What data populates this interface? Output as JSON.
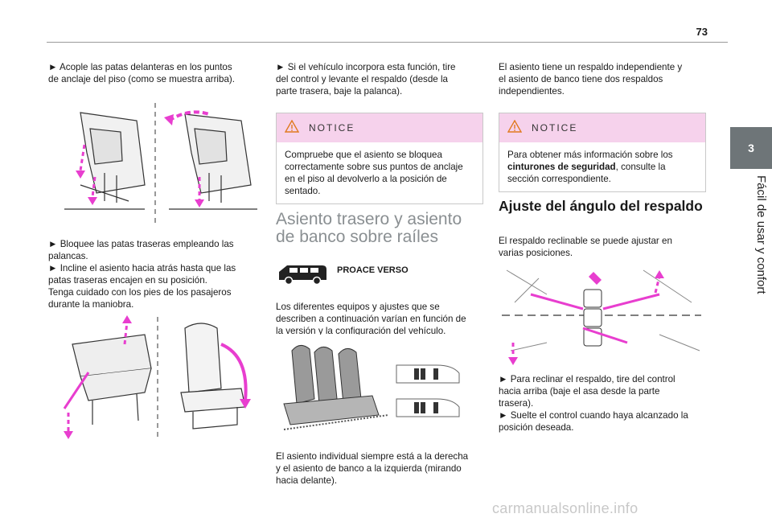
{
  "page": {
    "number": "73"
  },
  "chapter": {
    "number": "3",
    "title": "Fácil de usar y confort"
  },
  "col1": {
    "p1": "► Acople las patas delanteras en los puntos de anclaje del piso (como se muestra arriba).",
    "p2": "► Bloquee las patas traseras empleando las palancas.",
    "p3": "► Incline el asiento hacia atrás hasta que las patas traseras encajen en su posición.",
    "p4": "Tenga cuidado con los pies de los pasajeros durante la maniobra."
  },
  "col2": {
    "p1": "► Si el vehículo incorpora esta función, tire del control y levante el respaldo (desde la parte trasera, baje la palanca).",
    "notice": {
      "heading": "NOTICE",
      "body": "Compruebe que el asiento se bloquea correctamente sobre sus puntos de anclaje en el piso al devolverlo a la posición de sentado."
    },
    "section_title": "Asiento trasero y asiento de banco sobre raíles",
    "model_label": "PROACE VERSO",
    "p2": "Los diferentes equipos y ajustes que se describen a continuación varían en función de la versión y la configuración del vehículo.",
    "p3": "El asiento individual siempre está a la derecha y el asiento de banco a la izquierda (mirando hacia delante)."
  },
  "col3": {
    "p1": "El asiento tiene un respaldo independiente y el asiento de banco tiene dos respaldos independientes.",
    "notice": {
      "heading": "NOTICE",
      "body_prefix": "Para obtener más información sobre los ",
      "body_bold": "cinturones de seguridad",
      "body_suffix": ", consulte la sección correspondiente."
    },
    "heading": "Ajuste del ángulo del respaldo",
    "p2": "El respaldo reclinable se puede ajustar en varias posiciones.",
    "p3": "► Para reclinar el respaldo, tire del control hacia arriba (baje el asa desde la parte trasera).",
    "p4": "► Suelte el control cuando haya alcanzado la posición deseada."
  },
  "watermark": "carmanualsonline.info",
  "colors": {
    "accent": "#e83ecf",
    "notice_bg": "#f6d2ec",
    "tab": "#6e7578",
    "title_grey": "#8a8f92"
  },
  "icons": [
    "warning-icon",
    "van-icon"
  ]
}
